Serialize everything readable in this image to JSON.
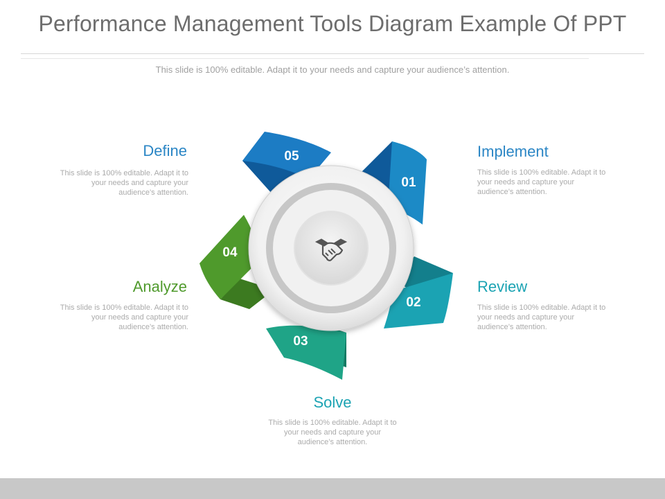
{
  "slide": {
    "title": "Performance Management Tools Diagram Example Of PPT",
    "subtitle": "This slide is 100% editable. Adapt it to your needs and capture your audience’s attention."
  },
  "colors": {
    "blue_dark": "#1a6db5",
    "blue": "#1c8ac6",
    "teal": "#1ba3b3",
    "green_teal": "#1fa487",
    "green": "#4f9a2c",
    "label_blue": "#2b86c5",
    "label_teal": "#1ba3b3",
    "label_green": "#4f9a2c"
  },
  "steps": [
    {
      "number": "01",
      "label": "Implement",
      "description": "This slide is 100% editable. Adapt it to your needs and capture your audience’s attention."
    },
    {
      "number": "02",
      "label": "Review",
      "description": "This slide is 100% editable. Adapt it to your needs and capture your audience’s attention."
    },
    {
      "number": "03",
      "label": "Solve",
      "description": "This slide is 100% editable. Adapt it to your needs and capture your audience’s attention."
    },
    {
      "number": "04",
      "label": "Analyze",
      "description": "This slide is 100% editable. Adapt it to your needs and capture your audience’s attention."
    },
    {
      "number": "05",
      "label": "Define",
      "description": "This slide is 100% editable. Adapt it to your needs and capture your audience’s attention."
    }
  ],
  "center_icon": "handshake-icon"
}
